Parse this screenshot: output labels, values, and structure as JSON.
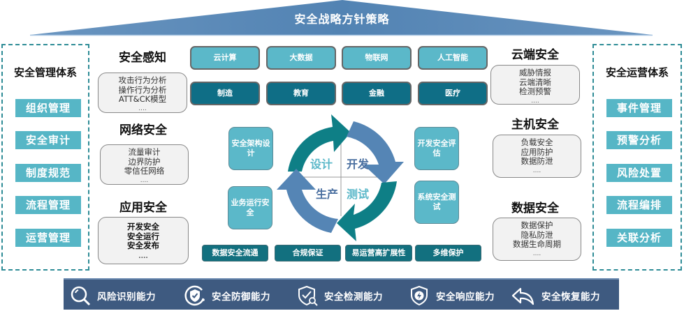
{
  "roof": {
    "title": "安全战略方针策略",
    "color": "#5b8bb8"
  },
  "left_panel": {
    "title": "安全管理体系",
    "items": [
      "组织管理",
      "安全审计",
      "制度规范",
      "流程管理",
      "运营管理"
    ]
  },
  "right_panel": {
    "title": "安全运营体系",
    "items": [
      "事件管理",
      "预警分析",
      "风险处置",
      "流程编排",
      "关联分析"
    ]
  },
  "left_sections": [
    {
      "title": "安全感知",
      "lines": [
        "攻击行为分析",
        "操作行为分析",
        "ATT&CK模型"
      ],
      "more": "...."
    },
    {
      "title": "网络安全",
      "lines": [
        "流量审计",
        "边界防护",
        "零信任网络"
      ],
      "more": "...."
    },
    {
      "title": "应用安全",
      "lines": [
        "开发安全",
        "安全运行",
        "安全发布"
      ],
      "more": "...."
    }
  ],
  "right_sections": [
    {
      "title": "云端安全",
      "lines": [
        "威胁情报",
        "云端清晰",
        "检测预警"
      ],
      "more": "...."
    },
    {
      "title": "主机安全",
      "lines": [
        "负载安全",
        "应用防护",
        "数据防泄"
      ],
      "more": "...."
    },
    {
      "title": "数据安全",
      "lines": [
        "数据保护",
        "隐私防泄",
        "数据生命周期"
      ],
      "more": "...."
    }
  ],
  "tech_tags": [
    "云计算",
    "大数据",
    "物联网",
    "人工智能"
  ],
  "industry_tags": [
    "制造",
    "教育",
    "金融",
    "医疗"
  ],
  "cycle": {
    "quadrants": {
      "top_left": "设计",
      "top_right": "开发",
      "bottom_left": "生产",
      "bottom_right": "测试"
    },
    "colors": {
      "teal": "#0e7f86",
      "blue": "#5585b5",
      "light_text": "#5bb8c9",
      "dark_text": "#4a6fa0"
    }
  },
  "side_cards": {
    "left_top": "安全架构设计",
    "left_bottom": "业务运行安全",
    "right_top": "开发安全评估",
    "right_bottom": "系统安全测试"
  },
  "bottom_tags": [
    "数据安全流通",
    "合规保证",
    "易运营高扩展性",
    "多维保护"
  ],
  "capabilities": [
    {
      "icon": "search-icon",
      "label": "风险识别能力"
    },
    {
      "icon": "shield-check-icon",
      "label": "安全防御能力"
    },
    {
      "icon": "shield-scan-icon",
      "label": "安全检测能力"
    },
    {
      "icon": "shield-bolt-icon",
      "label": "安全响应能力"
    },
    {
      "icon": "return-arrow-icon",
      "label": "安全恢复能力"
    }
  ]
}
